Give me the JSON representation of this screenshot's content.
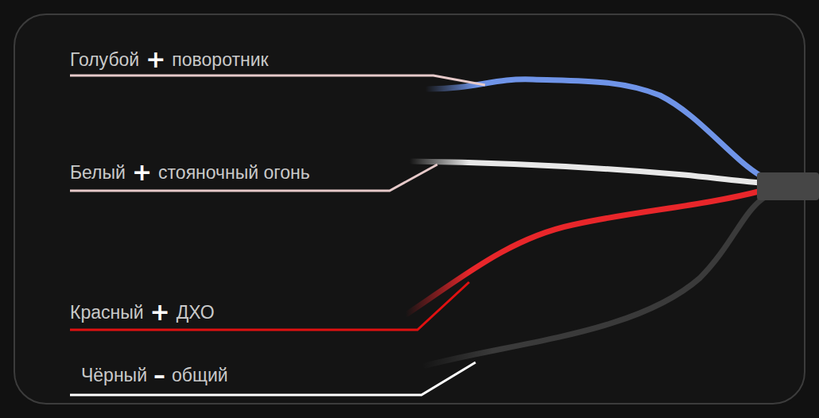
{
  "diagram": {
    "labels": [
      "Голубой",
      "+",
      "поворотник",
      "Белый",
      "+",
      "стояночный огонь",
      "Красный",
      "+",
      "ДХО",
      "Чёрный",
      "–",
      "общий"
    ]
  }
}
